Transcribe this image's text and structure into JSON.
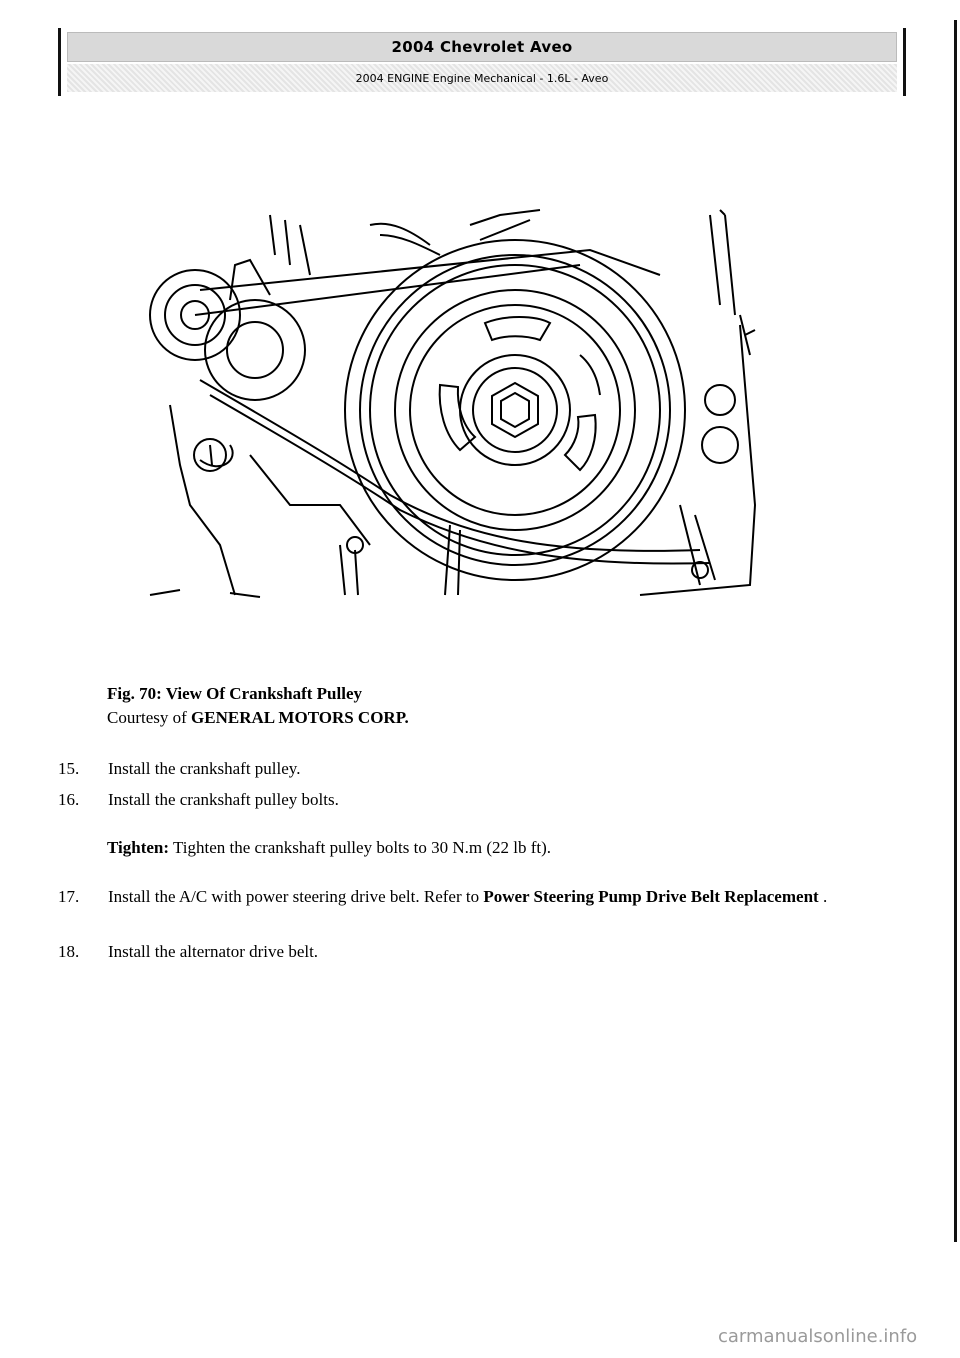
{
  "header": {
    "title": "2004 Chevrolet Aveo",
    "subtitle": "2004 ENGINE Engine Mechanical - 1.6L - Aveo"
  },
  "figure": {
    "caption_line1": "Fig. 70: View Of Crankshaft Pulley",
    "caption_prefix": "Courtesy of ",
    "caption_source": "GENERAL MOTORS CORP."
  },
  "steps": [
    {
      "num": "15.",
      "text": "Install the crankshaft pulley."
    },
    {
      "num": "16.",
      "text": "Install the crankshaft pulley bolts."
    },
    {
      "num": "17.",
      "text": "Install the A/C with power steering drive belt. Refer to ",
      "link": "Power Steering Pump Drive Belt Replacement",
      "suffix": " ."
    },
    {
      "num": "18.",
      "text": "Install the alternator drive belt."
    }
  ],
  "tighten": {
    "label": "Tighten:",
    "text": " Tighten the crankshaft pulley bolts to 30 N.m (22 lb ft)."
  },
  "watermark": "carmanualsonline.info"
}
